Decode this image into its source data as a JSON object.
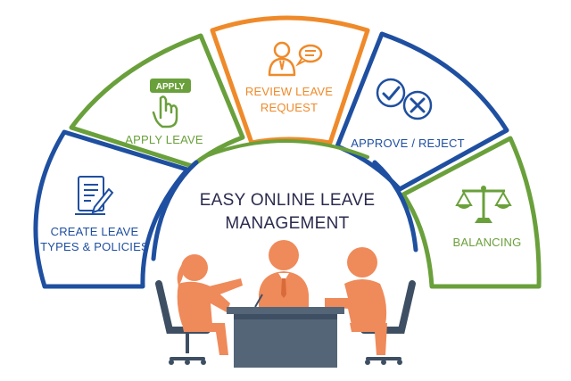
{
  "colors": {
    "blue": "#1f4fa0",
    "green": "#6aa03b",
    "orange": "#ef8a2a",
    "figure": "#ef8a5a",
    "desk": "#546577",
    "chair": "#3e4f63",
    "text_dark": "#2b2b4f"
  },
  "segments": [
    {
      "id": "create",
      "line1": "CREATE LEAVE",
      "line2": "TYPES & POLICIES",
      "color": "blue",
      "icon": "document-pen-icon"
    },
    {
      "id": "apply",
      "line1": "APPLY LEAVE",
      "line2": "",
      "color": "green",
      "icon": "apply-hand-icon",
      "badge": "APPLY"
    },
    {
      "id": "review",
      "line1": "REVIEW LEAVE",
      "line2": "REQUEST",
      "color": "orange",
      "icon": "person-speech-icon"
    },
    {
      "id": "approve",
      "line1": "APPROVE / REJECT",
      "line2": "",
      "color": "blue",
      "icon": "check-cross-icon"
    },
    {
      "id": "balancing",
      "line1": "BALANCING",
      "line2": "",
      "color": "green",
      "icon": "scale-icon"
    }
  ],
  "center": {
    "line1": "EASY ONLINE LEAVE",
    "line2": "MANAGEMENT"
  }
}
